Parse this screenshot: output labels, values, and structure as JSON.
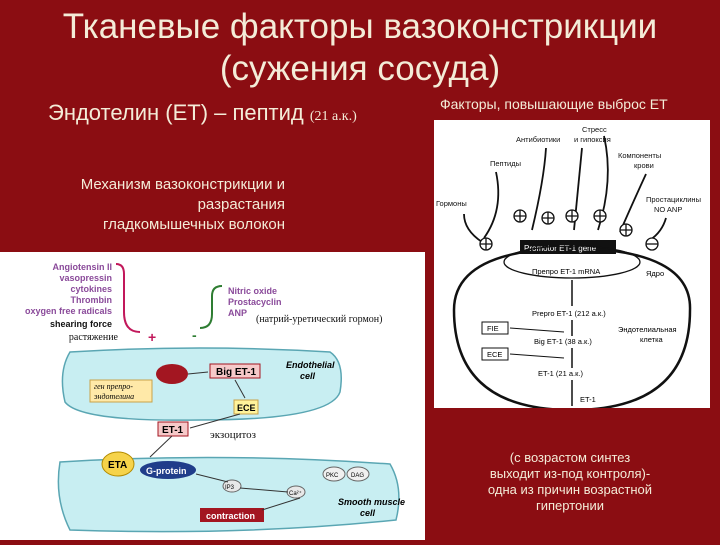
{
  "title_line1": "Тканевые факторы вазоконстрикции",
  "title_line2": "(сужения сосуда)",
  "subtitle": "Эндотелин (ЕТ) – пептид",
  "subtitle_small": "(21 а.к.)",
  "right_heading": "Факторы, повышающие выброс ЕТ",
  "mechanism": [
    "Механизм вазоконстрикции и",
    "разрастания",
    "гладкомышечных волокон"
  ],
  "left_diagram": {
    "stimulators": [
      "Angiotensin II",
      "vasopressin",
      "cytokines",
      "Thrombin",
      "oxygen free radicals",
      "shearing force"
    ],
    "inhibitors": [
      "Nitric oxide",
      "Prostacyclin",
      "ANP"
    ],
    "ru_stretch": "растяжение",
    "ru_natriuretic": "(натрий-уретический гормон)",
    "plus": "+",
    "minus": "-",
    "gene_label": [
      "ген препро-",
      "эндотелина"
    ],
    "big_et1": "Big ET-1",
    "endothelial_cell": [
      "Endothelial",
      "cell"
    ],
    "ece": "ECE",
    "et1": "ET-1",
    "exocytosis": "экзоцитоз",
    "eta": "ETA",
    "gprotein": "G-protein",
    "ip3": "IP3",
    "ca": "Ca²⁺",
    "contraction": "contraction",
    "smooth_muscle": [
      "Smooth muscle",
      "cell"
    ],
    "pkc": "PKC",
    "dag": "DAG"
  },
  "right_diagram": {
    "stress": "Стресс",
    "antibiotics": "Антибиотики",
    "hypoxia": "и гипоксия",
    "peptides": "Пептиды",
    "components": [
      "Компоненты",
      "крови"
    ],
    "hormones": "Гормоны",
    "prostacyclins": [
      "Простациклины",
      "NO  ANP"
    ],
    "promoter": "Promotor ET-1 gene",
    "mrna": "Препро ET-1 mRNA",
    "nucleus": "Ядро",
    "prepro": "Prepro ET-1 (212 а.к.)",
    "fie": "FIE",
    "big": "Big ET-1 (38 а.к.)",
    "ece": "ECE",
    "endo_cell": [
      "Эндотелиальная",
      "клетка"
    ],
    "et1_21": "ET-1 (21 а.к.)",
    "et1": "ET-1"
  },
  "note": [
    "(с возрастом синтез",
    "выходит из-под контроля)-",
    "одна из причин возрастной",
    "гипертонии"
  ]
}
